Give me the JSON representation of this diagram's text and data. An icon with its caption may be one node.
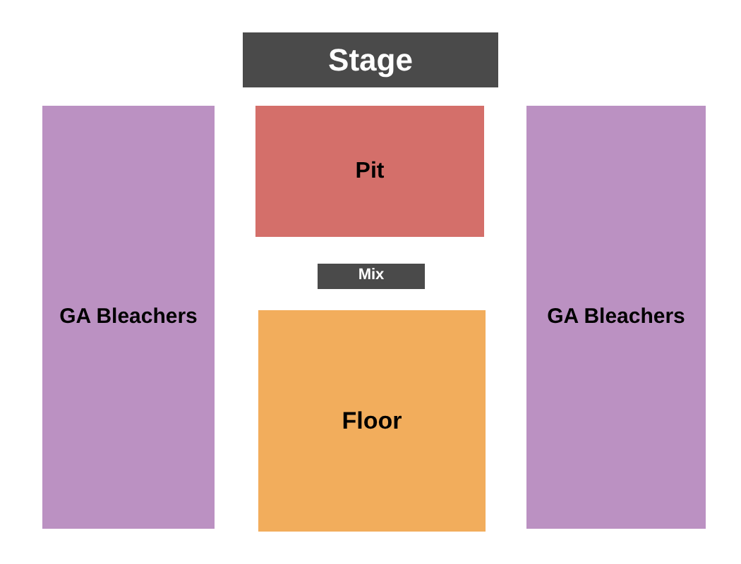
{
  "diagram": {
    "nodes": [
      {
        "text": [
          "Stage"
        ]
      },
      {
        "text": [
          "GA Bleachers"
        ]
      },
      {
        "text": [
          "Pit"
        ]
      },
      {
        "text": [
          "Mix"
        ]
      },
      {
        "text": [
          "Floor"
        ]
      },
      {
        "text": [
          "GA Bleachers"
        ]
      }
    ]
  }
}
